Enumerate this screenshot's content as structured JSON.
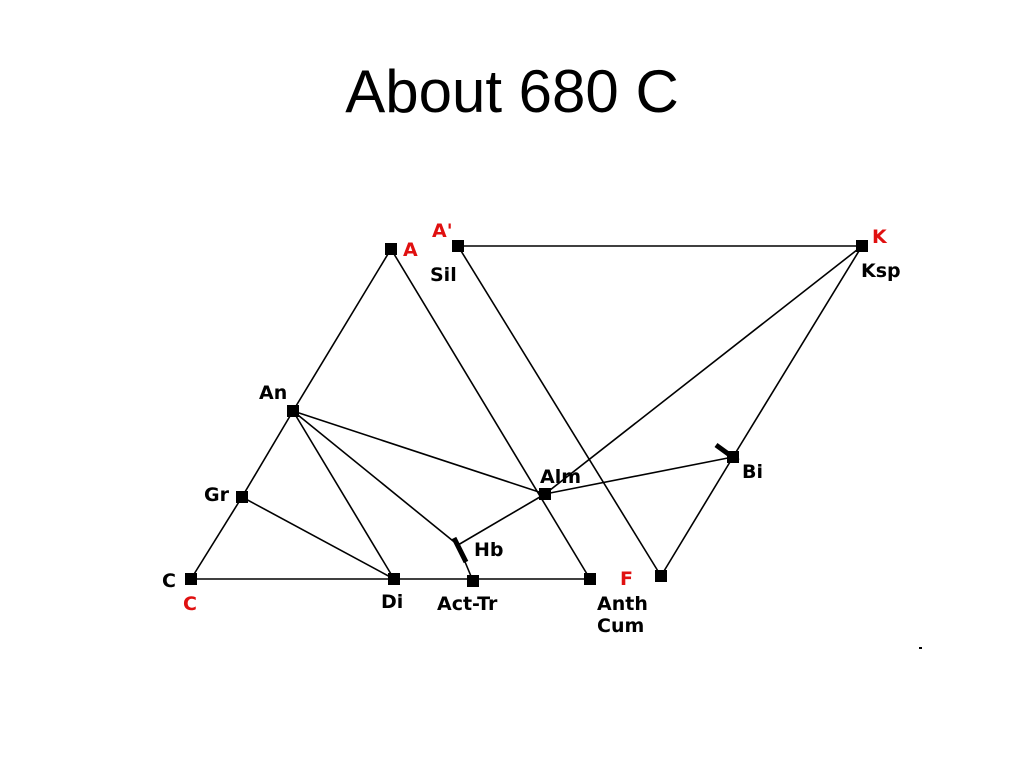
{
  "title": "About 680 C",
  "colors": {
    "line": "#000000",
    "point": "#000000",
    "corner_label": "#e01010",
    "mineral_label": "#000000"
  },
  "points": {
    "A": {},
    "Sil": {},
    "Ksp": {},
    "An": {},
    "Gr": {},
    "C": {},
    "Di": {},
    "ActTr": {},
    "Anth": {},
    "Alm": {},
    "Hb": {},
    "Bi": {},
    "FBot": {}
  },
  "labels": {
    "corner_A": "A",
    "corner_A_prime": "A'",
    "corner_K": "K",
    "corner_C": "C",
    "corner_F": "F",
    "ksp": "Ksp",
    "sil": "Sil",
    "an": "An",
    "gr": "Gr",
    "c_mineral": "C",
    "di": "Di",
    "act_tr": "Act-Tr",
    "hb": "Hb",
    "alm": "Alm",
    "bi": "Bi",
    "anth": "Anth",
    "cum": "Cum"
  },
  "tie_lines": [
    [
      "A",
      "An"
    ],
    [
      "An",
      "Gr"
    ],
    [
      "Gr",
      "C"
    ],
    [
      "C",
      "Anth"
    ],
    [
      "A",
      "Anth"
    ],
    [
      "Sil",
      "Ksp"
    ],
    [
      "Sil",
      "FBot"
    ],
    [
      "Ksp",
      "Alm"
    ],
    [
      "Ksp",
      "Bi"
    ],
    [
      "Bi",
      "FBot"
    ],
    [
      "Alm",
      "Bi"
    ],
    [
      "An",
      "Alm"
    ],
    [
      "An",
      "Hb"
    ],
    [
      "An",
      "Di"
    ],
    [
      "Gr",
      "Di"
    ],
    [
      "Hb",
      "Alm"
    ],
    [
      "Hb",
      "ActTr"
    ]
  ]
}
